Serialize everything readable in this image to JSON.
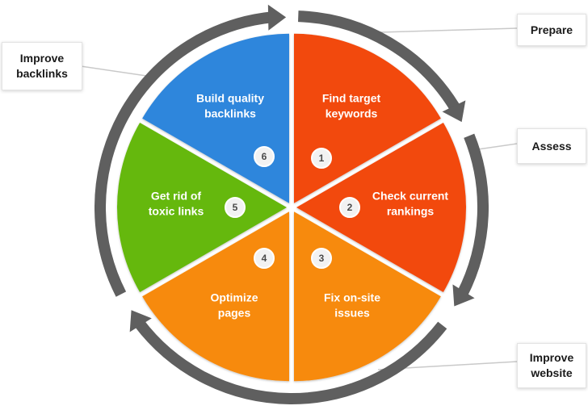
{
  "segments": [
    {
      "number": "1",
      "label": "Find target\nkeywords",
      "color": "#f24810"
    },
    {
      "number": "2",
      "label": "Check current\nrankings",
      "color": "#f24810"
    },
    {
      "number": "3",
      "label": "Fix on-site\nissues",
      "color": "#f78a0c"
    },
    {
      "number": "4",
      "label": "Optimize\npages",
      "color": "#f78a0c"
    },
    {
      "number": "5",
      "label": "Get rid of\ntoxic links",
      "color": "#65b80b"
    },
    {
      "number": "6",
      "label": "Build quality\nbacklinks",
      "color": "#2e86dc"
    }
  ],
  "phases": [
    {
      "label": "Prepare"
    },
    {
      "label": "Assess"
    },
    {
      "label": "Improve\nwebsite"
    },
    {
      "label": "Improve\nbacklinks"
    }
  ],
  "colors": {
    "arrow": "#5f5f5f",
    "connector": "#c9c9c9",
    "badge_fill": "#f2f2f2"
  }
}
